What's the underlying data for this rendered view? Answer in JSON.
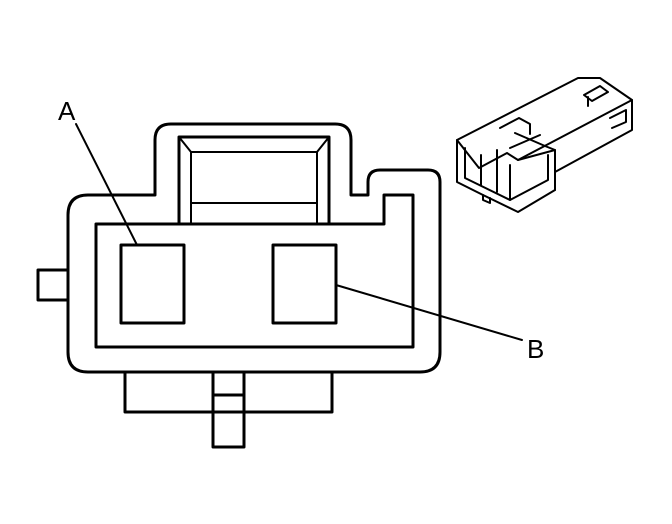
{
  "diagram": {
    "callouts": [
      {
        "id": "A",
        "label": "A"
      },
      {
        "id": "B",
        "label": "B"
      }
    ]
  },
  "colors": {
    "line": "#000000",
    "background": "#ffffff"
  }
}
